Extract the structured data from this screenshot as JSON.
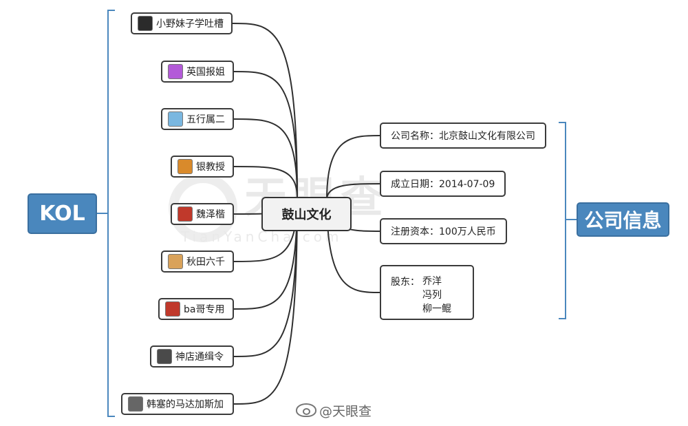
{
  "watermark": {
    "chinese": "天眼查",
    "english": "TianYanCha.com"
  },
  "center": {
    "label": "鼓山文化"
  },
  "left_group": {
    "label": "KOL"
  },
  "right_group": {
    "label": "公司信息"
  },
  "kol_nodes": [
    {
      "name": "小野妹子学吐槽",
      "avatar_color": "#2b2b2b"
    },
    {
      "name": "英国报姐",
      "avatar_color": "#b35ad8"
    },
    {
      "name": "五行属二",
      "avatar_color": "#7ab7e0"
    },
    {
      "name": "银教授",
      "avatar_color": "#d98a2b"
    },
    {
      "name": "魏泽楷",
      "avatar_color": "#c0392b"
    },
    {
      "name": "秋田六千",
      "avatar_color": "#d9a25a"
    },
    {
      "name": "ba哥专用",
      "avatar_color": "#c0392b"
    },
    {
      "name": "神店通缉令",
      "avatar_color": "#4a4a4a"
    },
    {
      "name": "韩塞的马达加斯加",
      "avatar_color": "#666666"
    }
  ],
  "company_info": {
    "name": "公司名称：北京鼓山文化有限公司",
    "founded": "成立日期：2014-07-09",
    "capital": "注册资本：100万人民币",
    "shareholders_label": "股东：",
    "shareholders": [
      "乔洋",
      "冯列",
      "柳一鲲"
    ]
  },
  "weibo_credit": "@天眼查",
  "colors": {
    "accent": "#4a87bd",
    "bracket": "#4a87bd",
    "edge": "#2f2f2f"
  }
}
